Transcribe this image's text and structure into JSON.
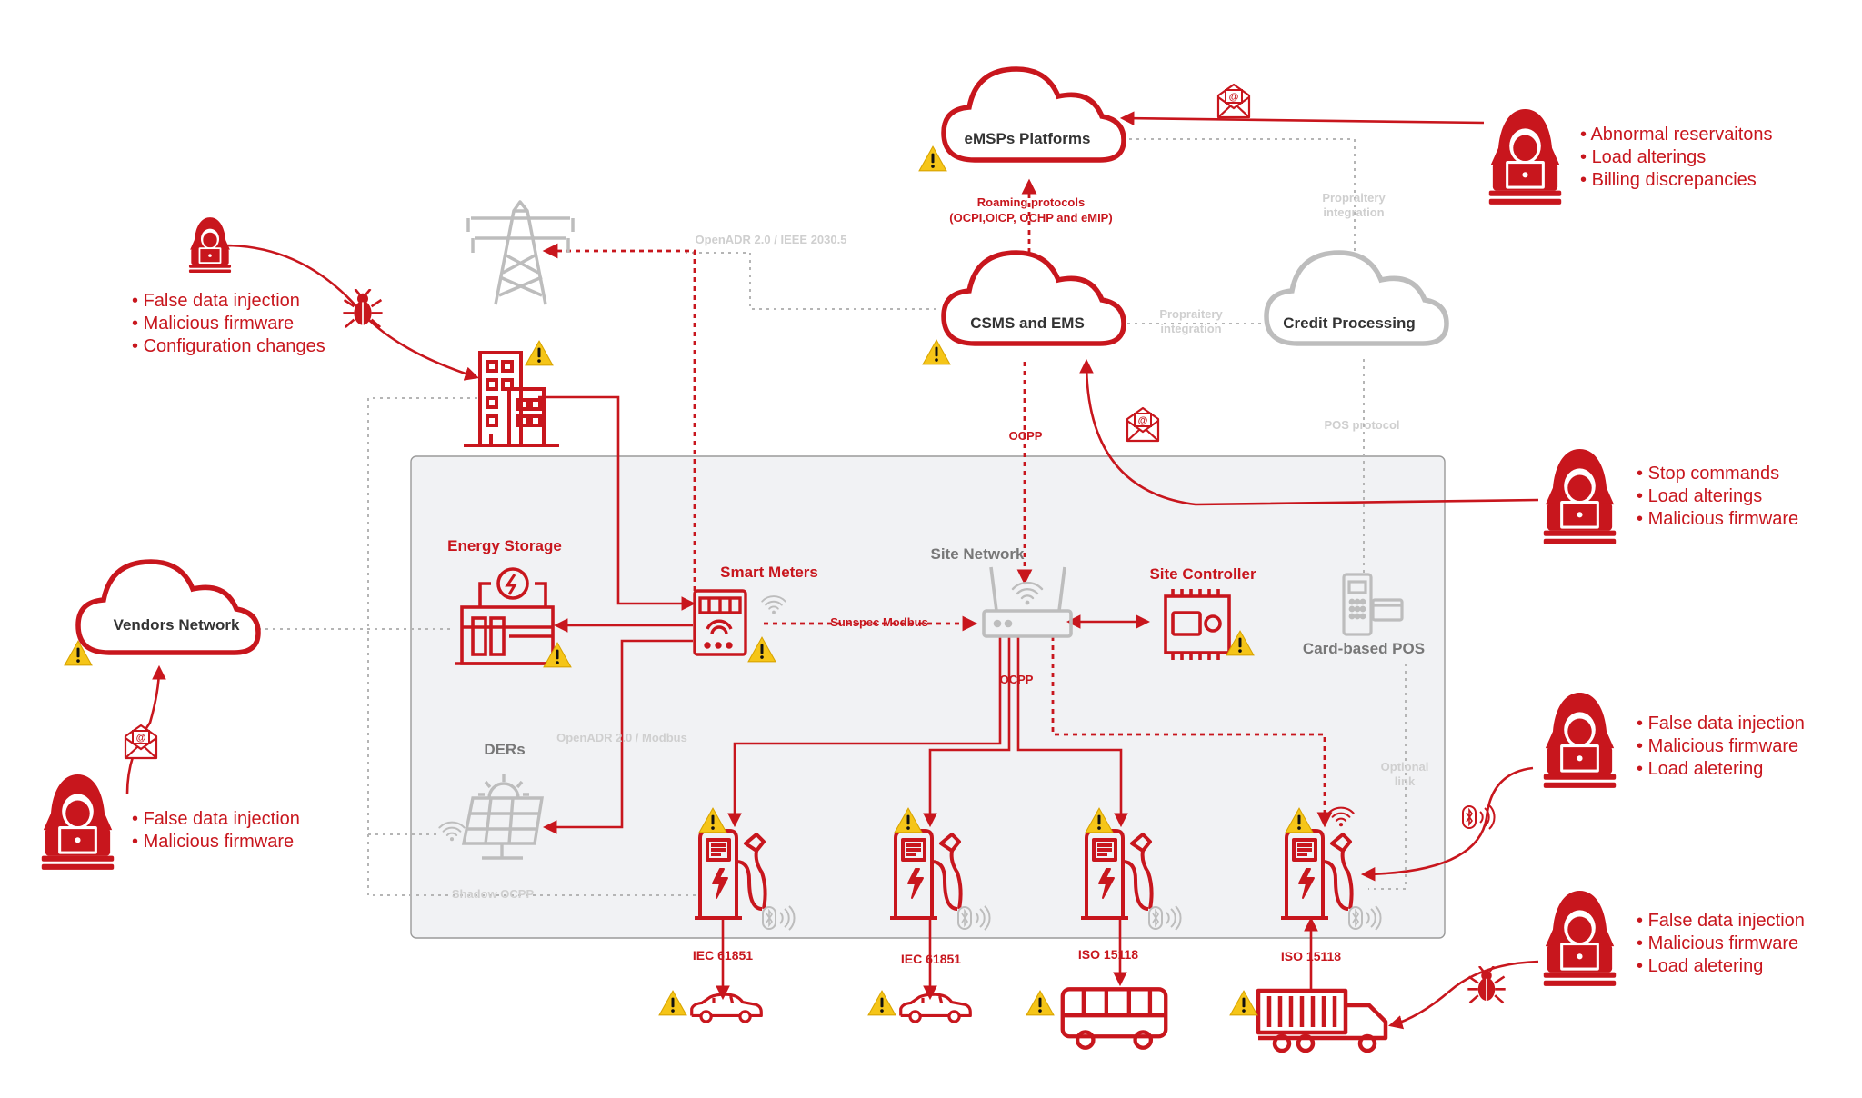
{
  "colors": {
    "red": "#c8161d",
    "gray": "#b0b0b0",
    "darkgray": "#555555",
    "panel": "#f1f2f4"
  },
  "clouds": {
    "emsp": "eMSPs Platforms",
    "csms": "CSMS and EMS",
    "credit": "Credit Processing",
    "vendors": "Vendors Network"
  },
  "nodes": {
    "energy_storage": "Energy Storage",
    "smart_meters": "Smart Meters",
    "site_network": "Site Network",
    "site_controller": "Site Controller",
    "card_pos": "Card-based POS",
    "ders": "DERs"
  },
  "links": {
    "roaming_1": "Roaming protocols",
    "roaming_2": "(OCPI,OICP, OCHP and eMIP)",
    "openadr_grid": "OpenADR 2.0 / IEEE 2030.5",
    "propriatery_1": "Propraitery",
    "propriatery_2": "integration",
    "proprietary_credit_1": "Propraitery",
    "proprietary_credit_2": "integration",
    "pos_protocol": "POS protocol",
    "ocpp_top": "OCPP",
    "sunspec": "Sunspec Modbus",
    "ocpp_site": "OCPP",
    "openadr_modbus": "OpenADR 2.0 / Modbus",
    "optional_1": "Optional",
    "optional_2": "link",
    "shadow_ocpp": "Shadow OCPP"
  },
  "chargers": [
    {
      "protocol": "IEC 61851"
    },
    {
      "protocol": "IEC 61851"
    },
    {
      "protocol": "ISO 15118"
    },
    {
      "protocol": "ISO 15118"
    }
  ],
  "threats": {
    "emsp": [
      "Abnormal reservaitons",
      "Load alterings",
      "Billing discrepancies"
    ],
    "building": [
      "False data injection",
      "Malicious firmware",
      "Configuration changes"
    ],
    "csms": [
      "Stop commands",
      "Load alterings",
      "Malicious firmware"
    ],
    "vendors": [
      "False data injection",
      "Malicious firmware"
    ],
    "charger4": [
      "False data injection",
      "Malicious firmware",
      "Load aletering"
    ],
    "truck": [
      "False data injection",
      "Malicious firmware",
      "Load aletering"
    ]
  }
}
